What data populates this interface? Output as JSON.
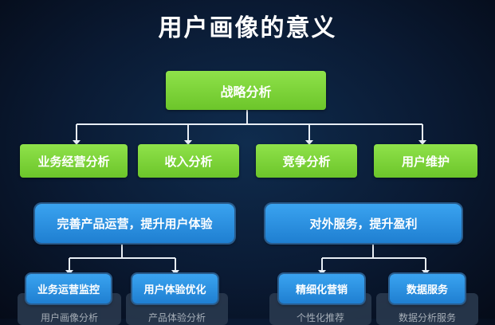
{
  "title": "用户画像的意义",
  "root": "战略分析",
  "level1": [
    "业务经营分析",
    "收入分析",
    "竞争分析",
    "用户维护"
  ],
  "groups": [
    {
      "label": "完善产品运营，提升用户体验",
      "children": [
        "业务运营监控",
        "用户体验优化"
      ]
    },
    {
      "label": "对外服务，提升盈利",
      "children": [
        "精细化营销",
        "数据服务"
      ]
    }
  ],
  "partial_text": [
    "用户画像分析",
    "产品体验分析",
    "个性化推荐",
    "数据分析服务"
  ]
}
